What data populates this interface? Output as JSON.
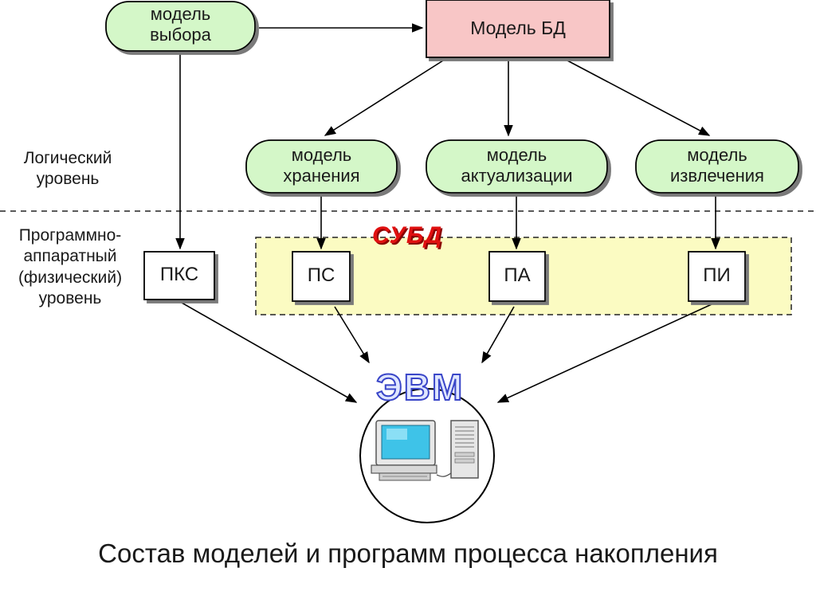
{
  "nodes": {
    "model_bd": "Модель БД",
    "model_vybora": "модель выбора",
    "model_hraneniya": "модель хранения",
    "model_aktualizacii": "модель актуализации",
    "model_izvlecheniya": "модель извлечения"
  },
  "programs": {
    "pks": "ПКС",
    "ps": "ПС",
    "pa": "ПА",
    "pi": "ПИ"
  },
  "levels": {
    "logical": "Логический уровень",
    "physical": "Программно-аппаратный (физический) уровень"
  },
  "subd_label": "СУБД",
  "evm_label": "ЭВМ",
  "caption": "Состав моделей и программ процесса накопления",
  "colors": {
    "model_fill": "#d4f7c8",
    "db_fill": "#f8c6c6",
    "subd_fill": "#fbfbc2",
    "subd_text": "#e01010",
    "evm_text": "#3a46c8"
  }
}
